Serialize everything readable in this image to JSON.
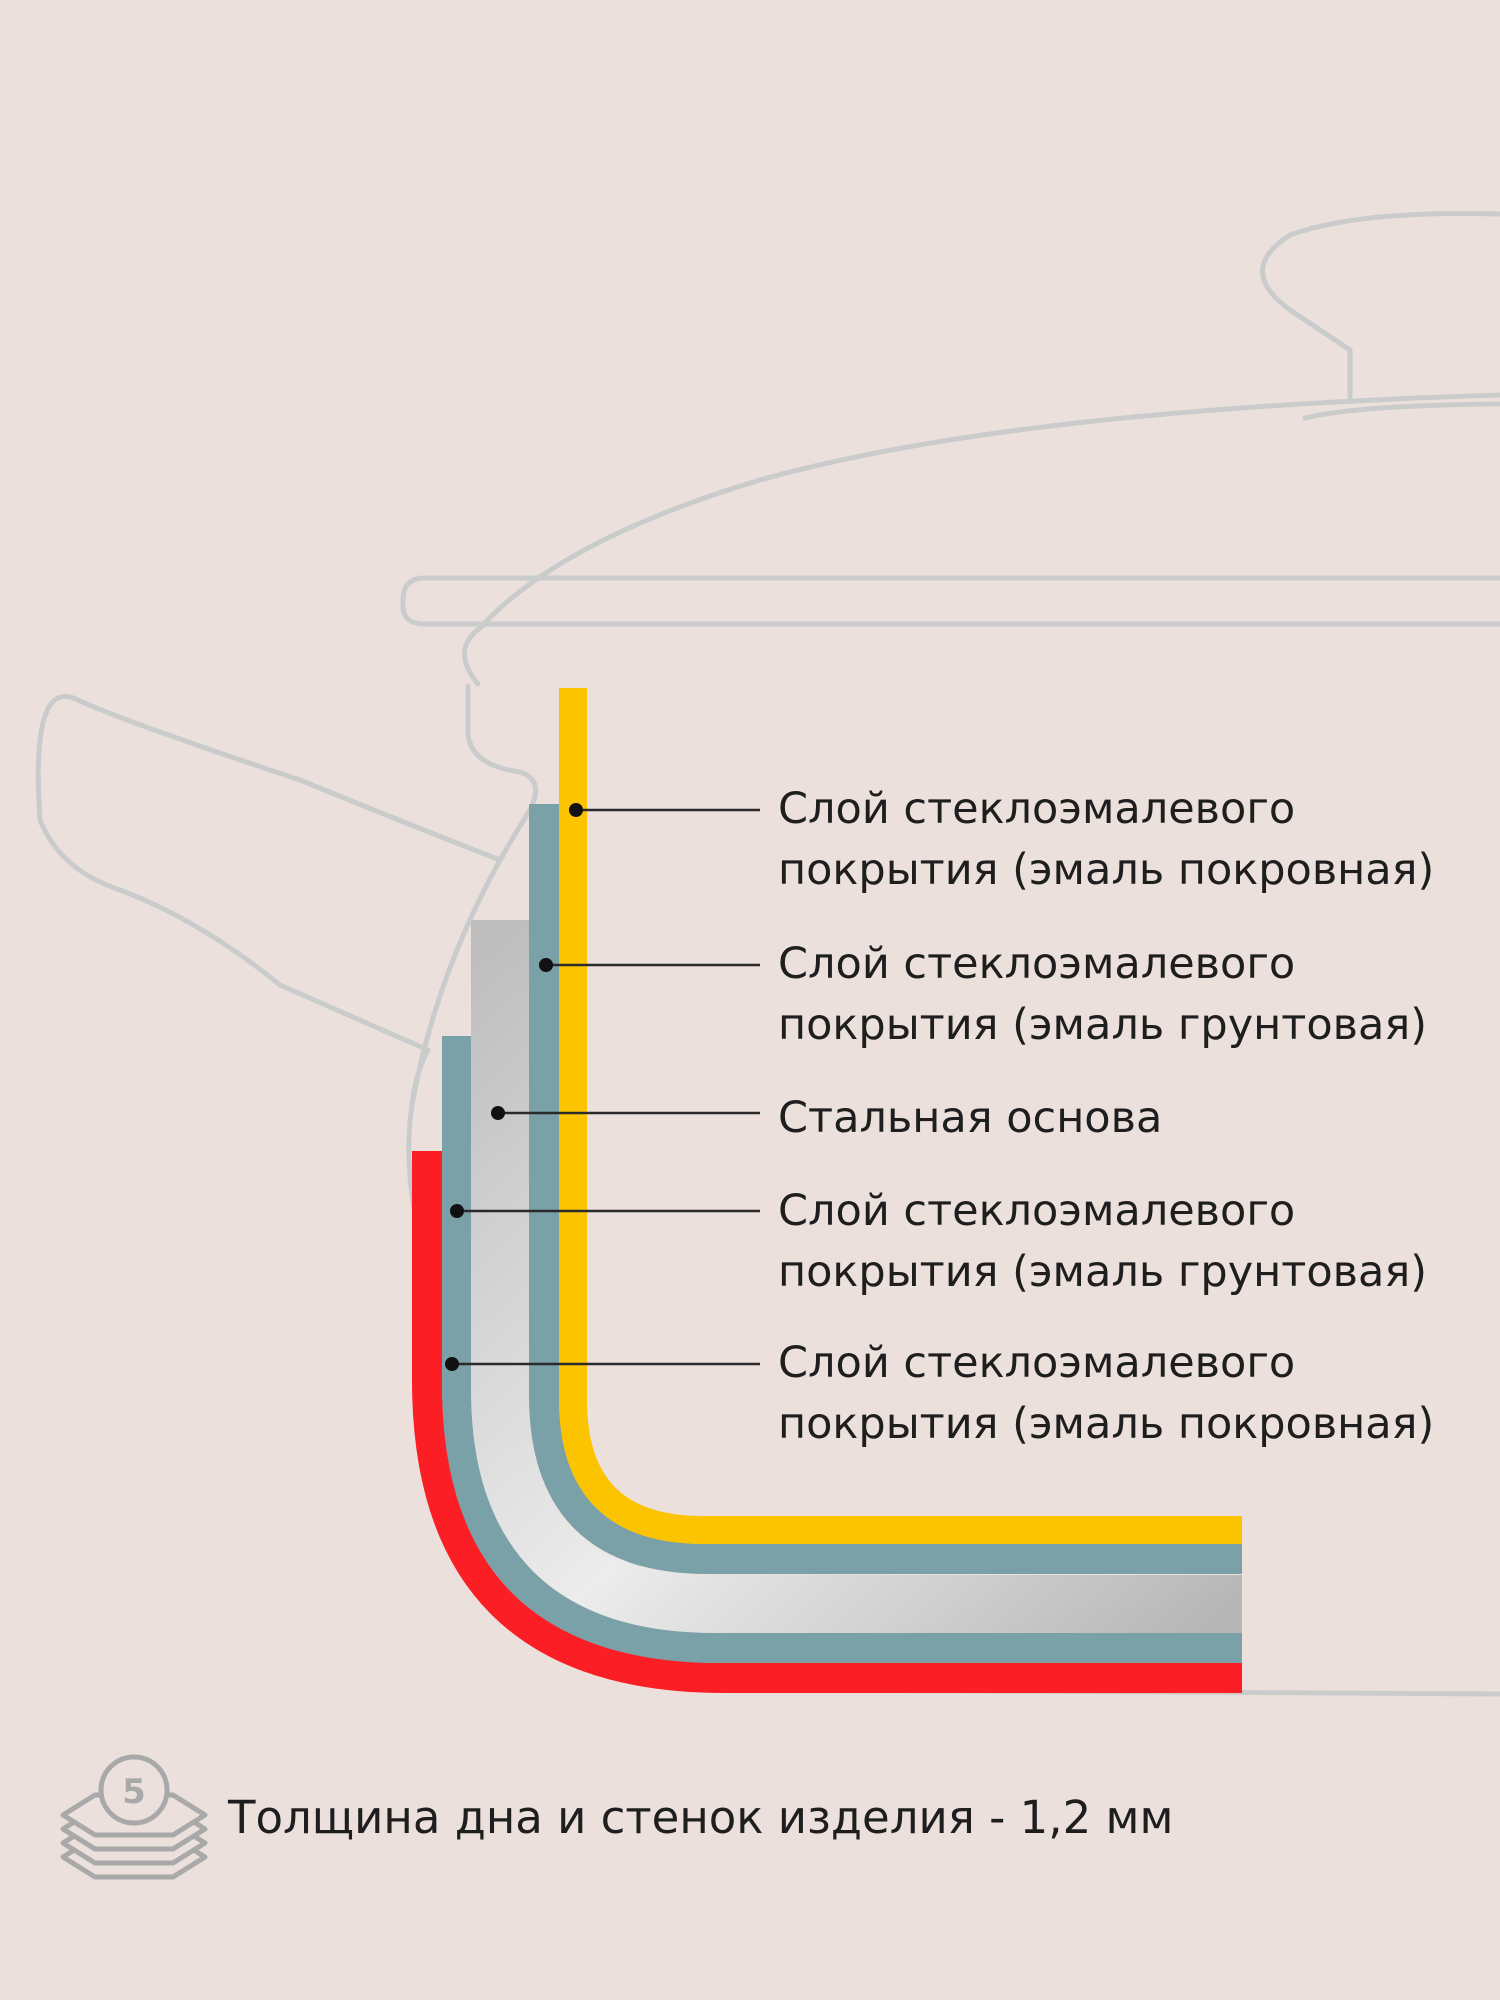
{
  "colors": {
    "background": "#ebe0dc",
    "outline": "#c9cccb",
    "outer_enamel_cover": "#fcc400",
    "enamel_ground": "#7aa0a8",
    "steel_base": "#c6c6c6",
    "inner_enamel_cover": "#fb1e24",
    "text": "#1e1e1e"
  },
  "labels": [
    {
      "line1": "Слой стеклоэмалевого",
      "line2": "покрытия (эмаль покровная)"
    },
    {
      "line1": "Слой стеклоэмалевого",
      "line2": "покрытия (эмаль грунтовая)"
    },
    {
      "line1": "Стальная основа",
      "line2": ""
    },
    {
      "line1": "Слой стеклоэмалевого",
      "line2": "покрытия (эмаль грунтовая)"
    },
    {
      "line1": "Слой стеклоэмалевого",
      "line2": "покрытия (эмаль покровная)"
    }
  ],
  "footer": {
    "icon_name": "layers-thickness-icon",
    "icon_number": "5",
    "text": "Толщина дна и стенок изделия - 1,2 мм"
  }
}
